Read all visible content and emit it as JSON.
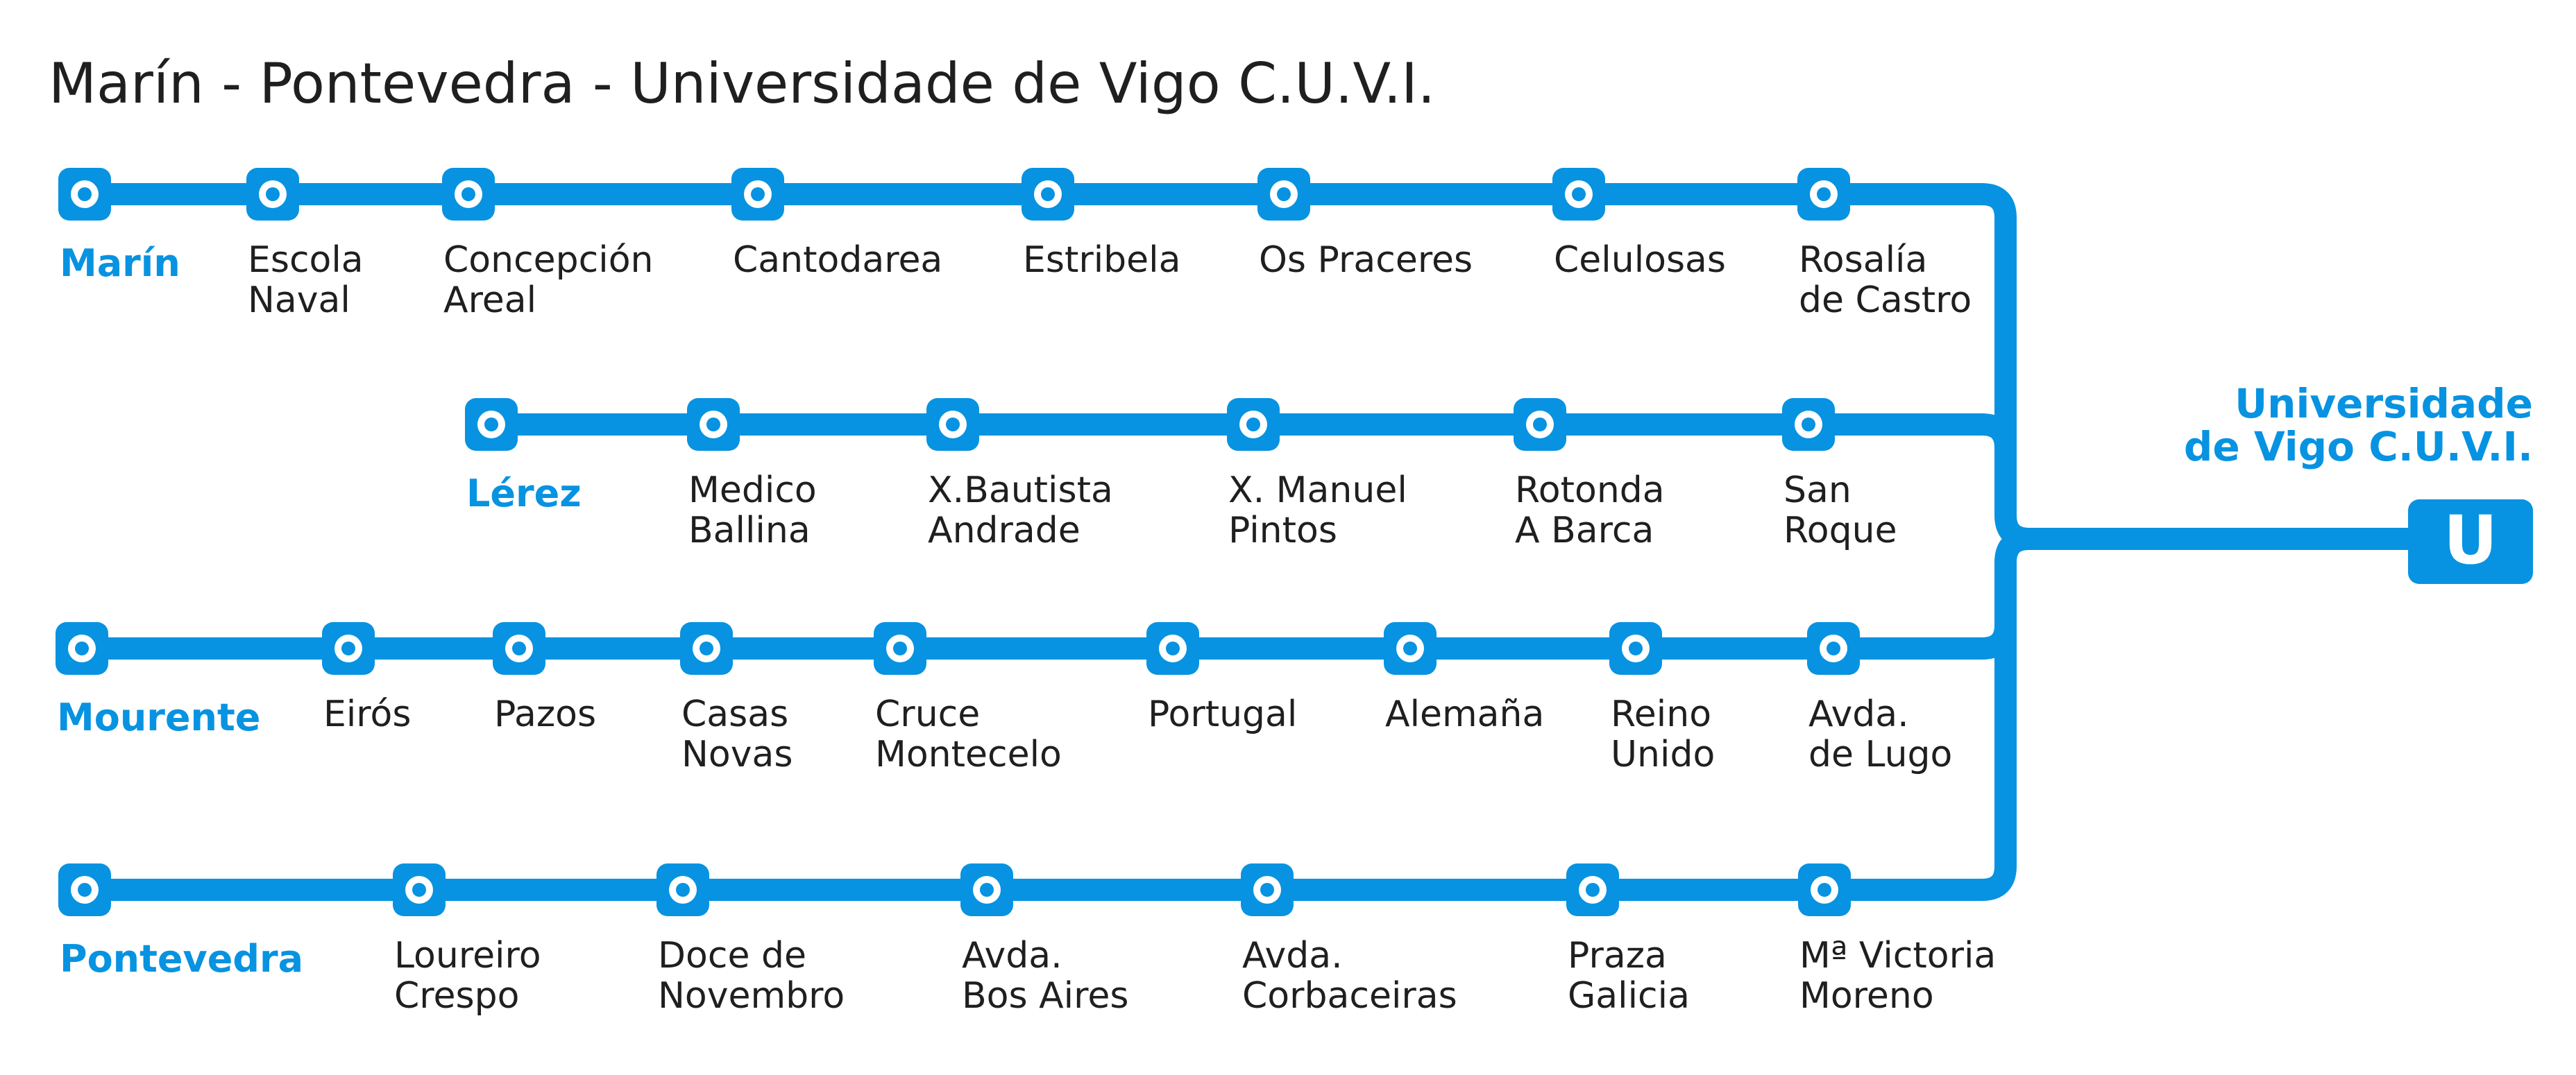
{
  "title": "Marín - Pontevedra - Universidade de Vigo C.U.V.I.",
  "colors": {
    "line": "#0793E1",
    "text": "#1f1f1f",
    "background": "#ffffff"
  },
  "destination": {
    "lines": [
      "Universidade",
      "de Vigo C.U.V.I."
    ],
    "badge": "U"
  },
  "routes": [
    {
      "origin": [
        "Marín"
      ],
      "stops": [
        [
          "Escola",
          "Naval"
        ],
        [
          "Concepción",
          "Areal"
        ],
        [
          "Cantodarea"
        ],
        [
          "Estribela"
        ],
        [
          "Os Praceres"
        ],
        [
          "Celulosas"
        ],
        [
          "Rosalía",
          "de Castro"
        ]
      ]
    },
    {
      "origin": [
        "Lérez"
      ],
      "stops": [
        [
          "Medico",
          "Ballina"
        ],
        [
          "X.Bautista",
          "Andrade"
        ],
        [
          "X. Manuel",
          "Pintos"
        ],
        [
          "Rotonda",
          "A Barca"
        ],
        [
          "San",
          "Roque"
        ]
      ]
    },
    {
      "origin": [
        "Mourente"
      ],
      "stops": [
        [
          "Eirós"
        ],
        [
          "Pazos"
        ],
        [
          "Casas",
          "Novas"
        ],
        [
          "Cruce",
          "Montecelo"
        ],
        [
          "Portugal"
        ],
        [
          "Alemaña"
        ],
        [
          "Reino",
          "Unido"
        ],
        [
          "Avda.",
          "de Lugo"
        ]
      ]
    },
    {
      "origin": [
        "Pontevedra"
      ],
      "stops": [
        [
          "Loureiro",
          "Crespo"
        ],
        [
          "Doce de",
          "Novembro"
        ],
        [
          "Avda.",
          "Bos Aires"
        ],
        [
          "Avda.",
          "Corbaceiras"
        ],
        [
          "Praza",
          "Galicia"
        ],
        [
          "Mª Victoria",
          "Moreno"
        ]
      ]
    }
  ]
}
